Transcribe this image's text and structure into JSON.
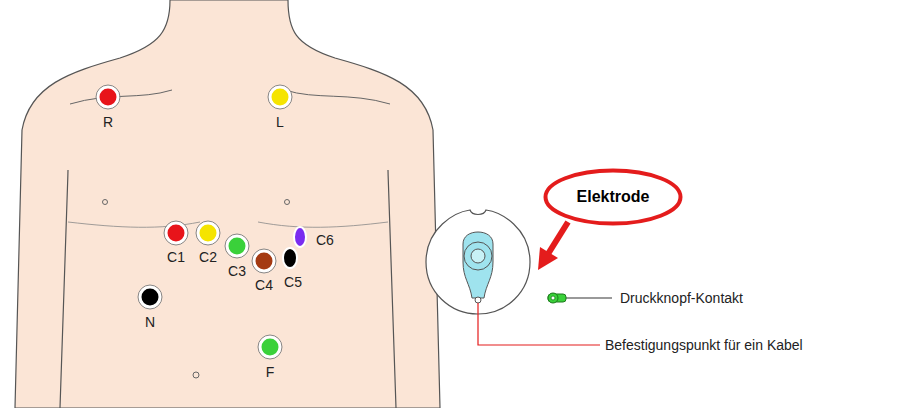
{
  "diagram": {
    "nodes": [
      {
        "text": [
          "Elektrode"
        ]
      }
    ],
    "labels": [
      "R",
      "L",
      "C1",
      "C2",
      "C3",
      "C4",
      "C5",
      "C6",
      "N",
      "F",
      "Druckknopf-Kontakt",
      "Befestigungspunkt für ein Kabel"
    ]
  }
}
